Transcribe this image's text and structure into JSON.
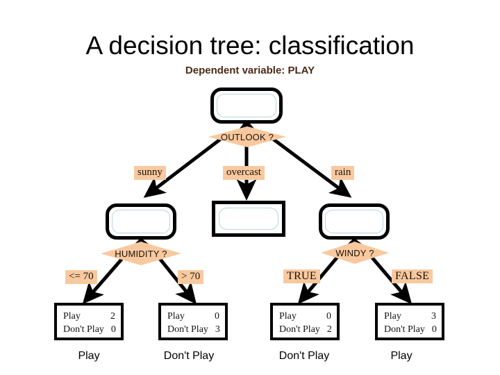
{
  "page": {
    "title": "A decision tree: classification",
    "subtitle": "Dependent variable: PLAY",
    "background": "#ffffff"
  },
  "colors": {
    "accent_peach": "#f8c99f",
    "node_border": "#000000",
    "node_inner_border": "#bcd3dd",
    "subtitle_text": "#4a2a14",
    "text": "#000000"
  },
  "tree": {
    "root": {
      "attribute": "OUTLOOK ?",
      "node_label": ""
    },
    "level1_branches": [
      {
        "label": "sunny"
      },
      {
        "label": "overcast"
      },
      {
        "label": "rain"
      }
    ],
    "level1_nodes": [
      {
        "attribute": "HUMIDITY ?",
        "node_label": "",
        "type": "decision"
      },
      {
        "attribute": "",
        "node_label": "",
        "type": "leaf-node"
      },
      {
        "attribute": "WINDY ?",
        "node_label": "",
        "type": "decision"
      }
    ],
    "level2_branches": [
      {
        "label": "<= 70"
      },
      {
        "label": "> 70"
      },
      {
        "label": "TRUE"
      },
      {
        "label": "FALSE"
      }
    ],
    "leaves": [
      {
        "play_label": "Play",
        "play_count": "2",
        "dont_play_label": "Don't Play",
        "dont_play_count": "0",
        "classification": "Play"
      },
      {
        "play_label": "Play",
        "play_count": "0",
        "dont_play_label": "Don't Play",
        "dont_play_count": "3",
        "classification": "Don't Play"
      },
      {
        "play_label": "Play",
        "play_count": "0",
        "dont_play_label": "Don't Play",
        "dont_play_count": "2",
        "classification": "Don't Play"
      },
      {
        "play_label": "Play",
        "play_count": "3",
        "dont_play_label": "Don't Play",
        "dont_play_count": "0",
        "classification": "Play"
      }
    ]
  }
}
